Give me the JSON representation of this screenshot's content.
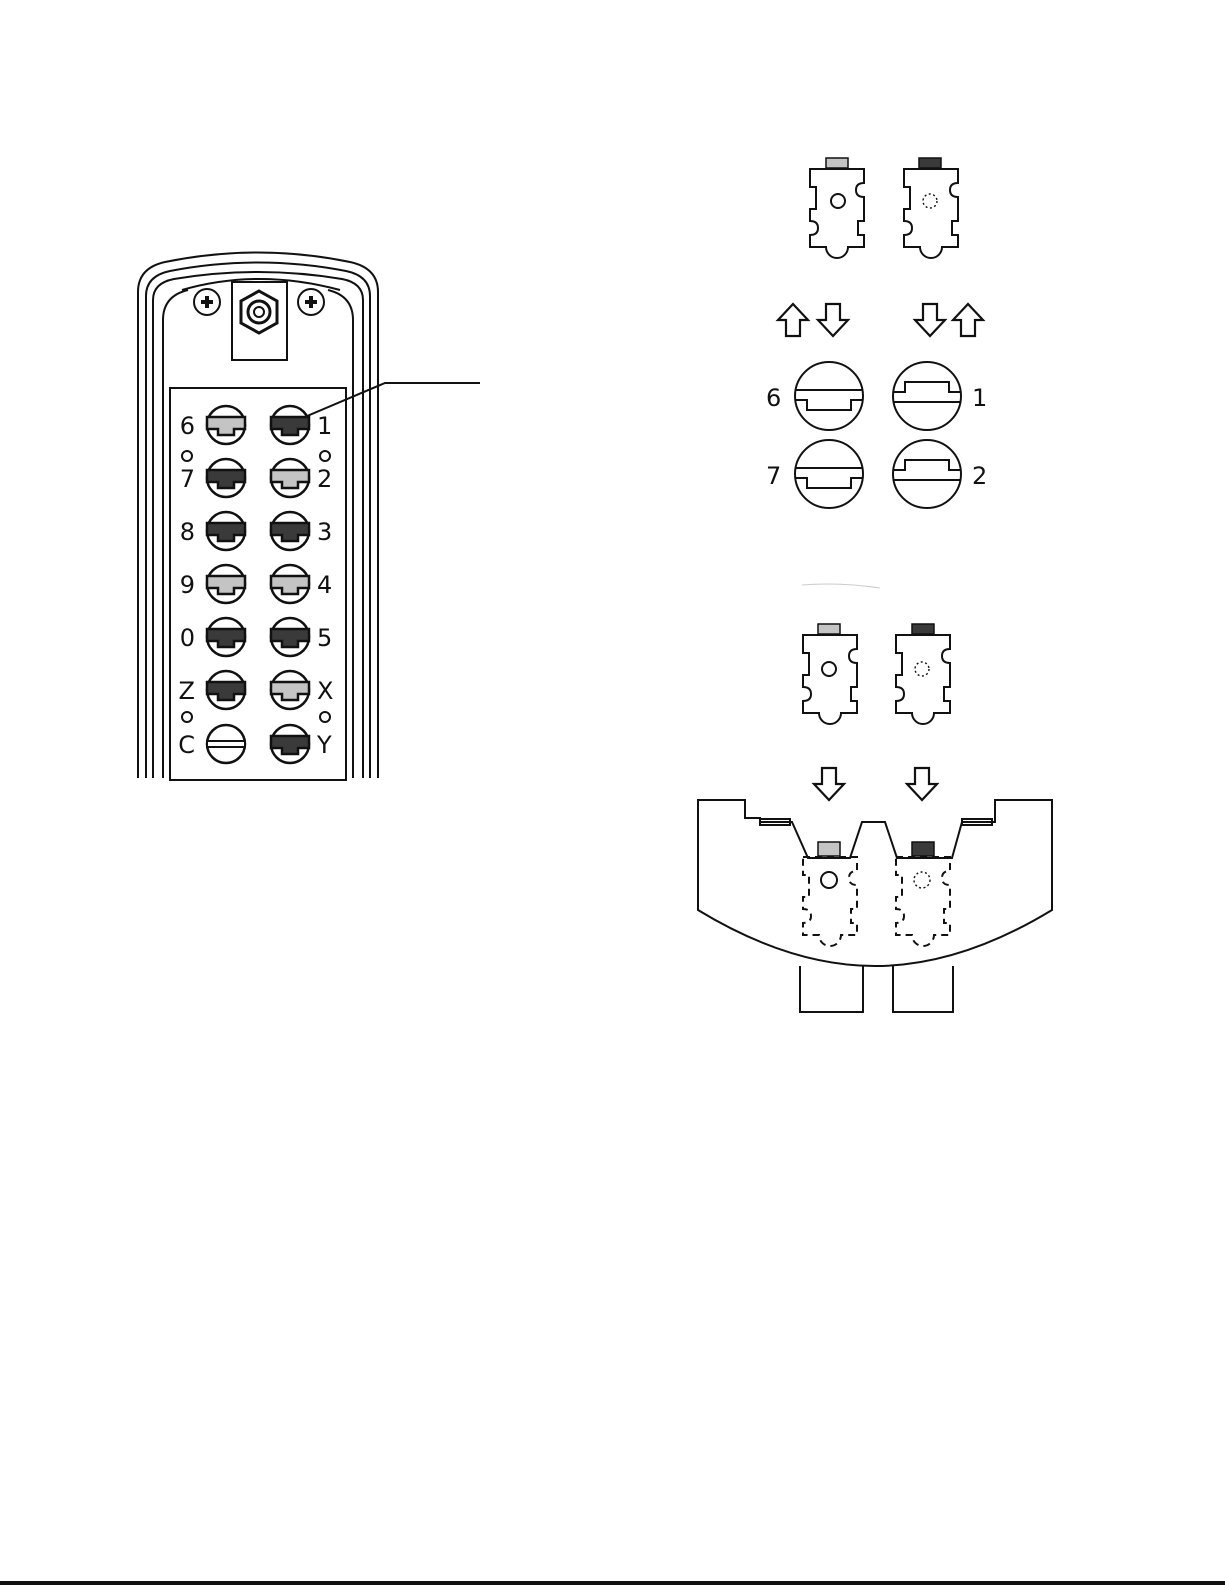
{
  "colors": {
    "ink": "#111111",
    "tumbler_dark": "#3a3a3a",
    "tumbler_light": "#c4c4c4",
    "tumbler_none": "#ffffff"
  },
  "keypad": {
    "left_column": [
      {
        "label": "6",
        "state": "light"
      },
      {
        "label": "7",
        "state": "dark"
      },
      {
        "label": "8",
        "state": "dark"
      },
      {
        "label": "9",
        "state": "light"
      },
      {
        "label": "0",
        "state": "dark"
      },
      {
        "label": "Z",
        "state": "dark"
      },
      {
        "label": "C",
        "state": "none"
      }
    ],
    "right_column": [
      {
        "label": "1",
        "state": "dark"
      },
      {
        "label": "2",
        "state": "light"
      },
      {
        "label": "3",
        "state": "dark"
      },
      {
        "label": "4",
        "state": "light"
      },
      {
        "label": "5",
        "state": "dark"
      },
      {
        "label": "X",
        "state": "light"
      },
      {
        "label": "Y",
        "state": "dark"
      }
    ]
  },
  "tumbler_detail": {
    "left_labels": [
      "6",
      "7"
    ],
    "right_labels": [
      "1",
      "2"
    ]
  },
  "icons": [
    "screw-icon",
    "hex-nut-icon",
    "arrow-up-icon",
    "arrow-down-icon"
  ]
}
